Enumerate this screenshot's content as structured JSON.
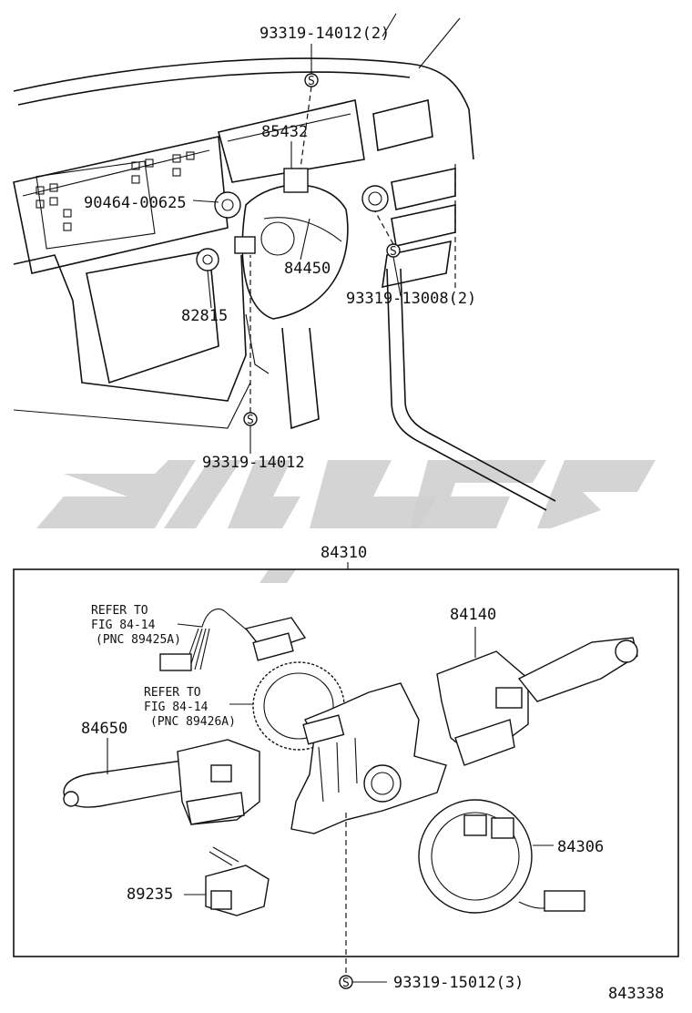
{
  "figure_code": "843338",
  "callouts": {
    "p_93319_14012_2": "93319-14012(2)",
    "p_85432": "85432",
    "p_90464_00625": "90464-00625",
    "p_84450": "84450",
    "p_93319_13008_2": "93319-13008(2)",
    "p_82815": "82815",
    "p_93319_14012": "93319-14012",
    "p_84310": "84310",
    "p_84140": "84140",
    "p_84650": "84650",
    "p_84306": "84306",
    "p_89235": "89235",
    "p_93319_15012_3": "93319-15012(3)"
  },
  "references": {
    "ref1_line1": "REFER TO",
    "ref1_line2": "FIG 84-14",
    "ref1_line3": "(PNC 89425A)",
    "ref2_line1": "REFER TO",
    "ref2_line2": "FIG 84-14",
    "ref2_line3": "(PNC 89426A)"
  },
  "screw_symbol": "S"
}
